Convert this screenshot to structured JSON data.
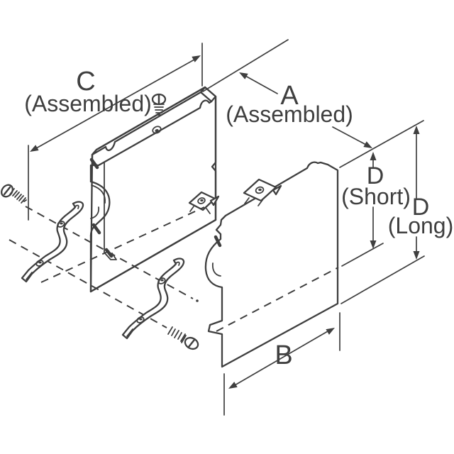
{
  "diagram": {
    "background_color": "#ffffff",
    "line_color": "#3f3f3f",
    "dimensions": {
      "c": {
        "letter": "C",
        "qualifier": "(Assembled)"
      },
      "a": {
        "letter": "A",
        "qualifier": "(Assembled)"
      },
      "d_short": {
        "letter": "D",
        "qualifier": "(Short)"
      },
      "d_long": {
        "letter": "D",
        "qualifier": "(Long)"
      },
      "b": {
        "letter": "B"
      }
    }
  }
}
